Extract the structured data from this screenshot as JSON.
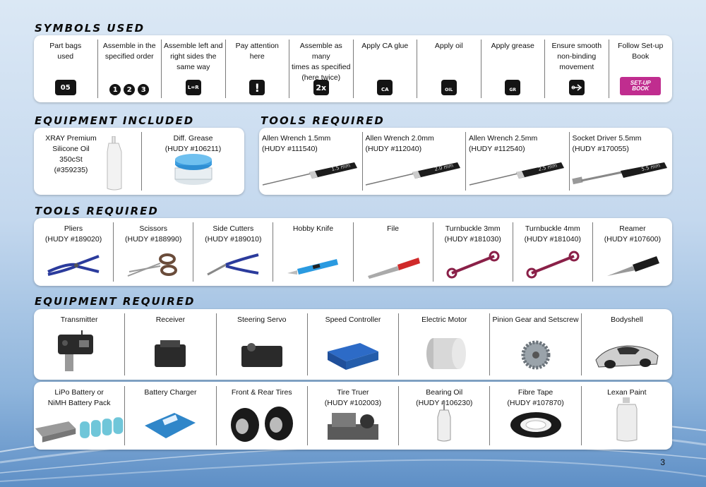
{
  "sections": {
    "symbols": "SYMBOLS USED",
    "equip_included": "EQUIPMENT INCLUDED",
    "tools_required_a": "TOOLS REQUIRED",
    "tools_required_b": "TOOLS REQUIRED",
    "equip_required": "EQUIPMENT REQUIRED"
  },
  "symbols": [
    {
      "label": "Part bags\nused",
      "glyph": "05",
      "icon": "part-bag-number-icon"
    },
    {
      "label": "Assemble in the\nspecified order",
      "glyph": "1 2 3",
      "icon": "order-numbers-icon"
    },
    {
      "label": "Assemble left and\nright sides the\nsame way",
      "glyph": "L=R",
      "icon": "left-right-icon"
    },
    {
      "label": "Pay attention\nhere",
      "glyph": "!",
      "icon": "attention-icon"
    },
    {
      "label": "Assemble as many\ntimes as specified\n(here twice)",
      "glyph": "2x",
      "icon": "repeat-icon"
    },
    {
      "label": "Apply CA glue",
      "glyph": "CA",
      "icon": "ca-glue-icon"
    },
    {
      "label": "Apply oil",
      "glyph": "OIL",
      "icon": "oil-icon"
    },
    {
      "label": "Apply grease",
      "glyph": "GR",
      "icon": "grease-icon"
    },
    {
      "label": "Ensure smooth\nnon-binding\nmovement",
      "glyph": "",
      "icon": "smooth-movement-icon"
    },
    {
      "label": "Follow Set-up\nBook",
      "glyph": "SET-UP BOOK",
      "icon": "setup-book-icon"
    }
  ],
  "equip_included": [
    {
      "label": "XRAY Premium\nSilicone Oil 350cSt\n(#359235)",
      "icon": "silicone-oil-bottle-icon"
    },
    {
      "label": "Diff. Grease\n(HUDY #106211)",
      "icon": "grease-jar-icon"
    }
  ],
  "tools_top": [
    {
      "label": "Allen Wrench 1.5mm\n(HUDY #111540)",
      "size": "1.5 mm",
      "icon": "allen-wrench-icon"
    },
    {
      "label": "Allen Wrench 2.0mm\n(HUDY #112040)",
      "size": "2.0 mm",
      "icon": "allen-wrench-icon"
    },
    {
      "label": "Allen Wrench 2.5mm\n(HUDY #112540)",
      "size": "2.5 mm",
      "icon": "allen-wrench-icon"
    },
    {
      "label": "Socket Driver 5.5mm\n(HUDY #170055)",
      "size": "5.5 mm",
      "icon": "socket-driver-icon"
    }
  ],
  "tools_mid": [
    {
      "label": "Pliers\n(HUDY #189020)",
      "icon": "pliers-icon"
    },
    {
      "label": "Scissors\n(HUDY #188990)",
      "icon": "scissors-icon"
    },
    {
      "label": "Side Cutters\n(HUDY #189010)",
      "icon": "side-cutters-icon"
    },
    {
      "label": "Hobby Knife",
      "icon": "hobby-knife-icon"
    },
    {
      "label": "File",
      "icon": "file-icon"
    },
    {
      "label": "Turnbuckle 3mm\n(HUDY #181030)",
      "icon": "turnbuckle-wrench-icon"
    },
    {
      "label": "Turnbuckle 4mm\n(HUDY #181040)",
      "icon": "turnbuckle-wrench-icon"
    },
    {
      "label": "Reamer\n(HUDY #107600)",
      "icon": "reamer-icon"
    }
  ],
  "equip_req_1": [
    {
      "label": "Transmitter",
      "icon": "transmitter-icon"
    },
    {
      "label": "Receiver",
      "icon": "receiver-icon"
    },
    {
      "label": "Steering Servo",
      "icon": "servo-icon"
    },
    {
      "label": "Speed Controller",
      "icon": "speed-controller-icon"
    },
    {
      "label": "Electric Motor",
      "icon": "electric-motor-icon"
    },
    {
      "label": "Pinion Gear and Setscrew",
      "icon": "pinion-gear-icon"
    },
    {
      "label": "Bodyshell",
      "icon": "bodyshell-icon"
    }
  ],
  "equip_req_2": [
    {
      "label": "LiPo Battery or\nNiMH Battery Pack",
      "icon": "battery-pack-icon"
    },
    {
      "label": "Battery Charger",
      "icon": "battery-charger-icon"
    },
    {
      "label": "Front & Rear Tires",
      "icon": "tires-icon"
    },
    {
      "label": "Tire Truer\n(HUDY #102003)",
      "icon": "tire-truer-icon"
    },
    {
      "label": "Bearing Oil\n(HUDY #106230)",
      "icon": "bearing-oil-icon"
    },
    {
      "label": "Fibre Tape\n(HUDY #107870)",
      "icon": "fibre-tape-icon"
    },
    {
      "label": "Lexan Paint",
      "icon": "lexan-paint-icon"
    }
  ],
  "page_number": "3"
}
